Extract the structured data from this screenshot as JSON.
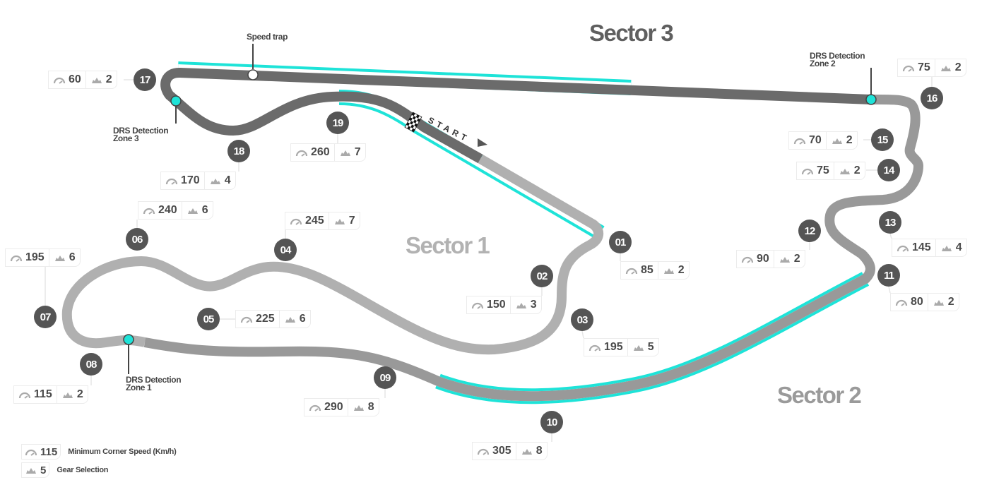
{
  "sectors": [
    {
      "id": "sector-1",
      "label": "Sector 1"
    },
    {
      "id": "sector-2",
      "label": "Sector 2"
    },
    {
      "id": "sector-3",
      "label": "Sector 3"
    }
  ],
  "colors": {
    "drs_zone": "#1ee3d8",
    "sector1_track": "#b0b0b0",
    "sector2_track": "#999999",
    "sector3_track": "#6b6b6b",
    "turn_badge": "#555555"
  },
  "annotations": {
    "speed_trap": "Speed trap",
    "drs1_line1": "DRS Detection",
    "drs1_line2": "Zone 1",
    "drs2_line1": "DRS Detection",
    "drs2_line2": "Zone 2",
    "drs3_line1": "DRS Detection",
    "drs3_line2": "Zone 3",
    "start": "START"
  },
  "turns": [
    {
      "number": "01",
      "min_speed": "85",
      "gear": "2"
    },
    {
      "number": "02",
      "min_speed": "150",
      "gear": "3"
    },
    {
      "number": "03",
      "min_speed": "195",
      "gear": "5"
    },
    {
      "number": "04",
      "min_speed": "245",
      "gear": "7"
    },
    {
      "number": "05",
      "min_speed": "225",
      "gear": "6"
    },
    {
      "number": "06",
      "min_speed": "240",
      "gear": "6"
    },
    {
      "number": "07",
      "min_speed": "195",
      "gear": "6"
    },
    {
      "number": "08",
      "min_speed": "115",
      "gear": "2"
    },
    {
      "number": "09",
      "min_speed": "290",
      "gear": "8"
    },
    {
      "number": "10",
      "min_speed": "305",
      "gear": "8"
    },
    {
      "number": "11",
      "min_speed": "80",
      "gear": "2"
    },
    {
      "number": "12",
      "min_speed": "90",
      "gear": "2"
    },
    {
      "number": "13",
      "min_speed": "145",
      "gear": "4"
    },
    {
      "number": "14",
      "min_speed": "75",
      "gear": "2"
    },
    {
      "number": "15",
      "min_speed": "70",
      "gear": "2"
    },
    {
      "number": "16",
      "min_speed": "75",
      "gear": "2"
    },
    {
      "number": "17",
      "min_speed": "60",
      "gear": "2"
    },
    {
      "number": "18",
      "min_speed": "170",
      "gear": "4"
    },
    {
      "number": "19",
      "min_speed": "260",
      "gear": "7"
    }
  ],
  "legend": {
    "speed_example": "115",
    "speed_label": "Minimum Corner Speed (Km/h)",
    "gear_example": "5",
    "gear_label": "Gear Selection"
  }
}
